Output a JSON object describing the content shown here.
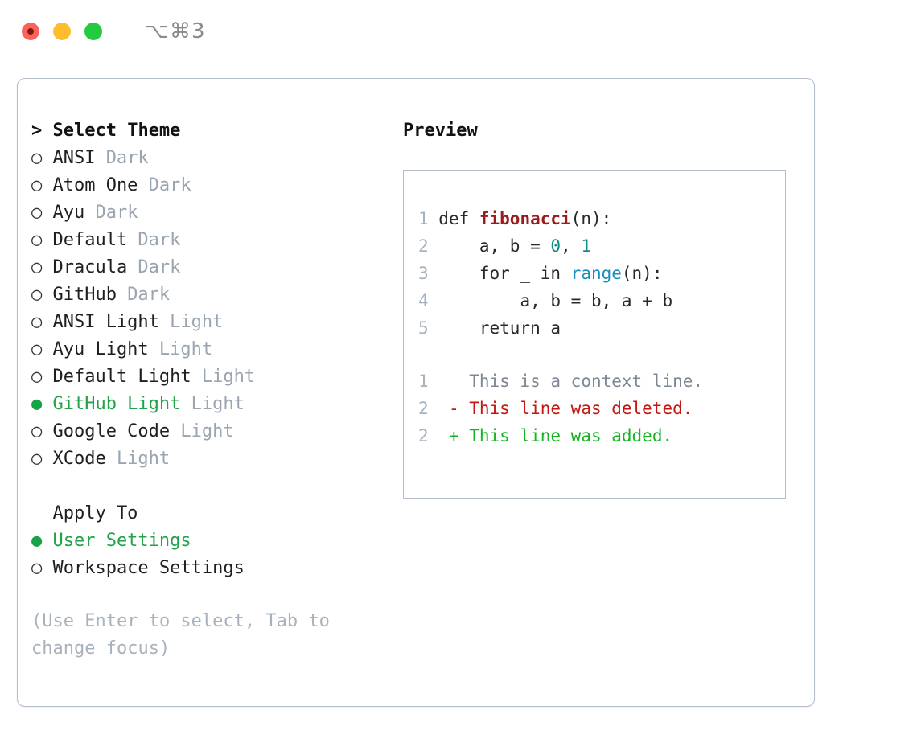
{
  "titlebar": {
    "shortcut": "⌥⌘3",
    "lights": [
      "close",
      "minimize",
      "zoom"
    ]
  },
  "theme_picker": {
    "header_marker": ">",
    "header": "Select Theme",
    "items": [
      {
        "marker": "○",
        "name": "ANSI",
        "tag": "Dark",
        "selected": false
      },
      {
        "marker": "○",
        "name": "Atom One",
        "tag": "Dark",
        "selected": false
      },
      {
        "marker": "○",
        "name": "Ayu",
        "tag": "Dark",
        "selected": false
      },
      {
        "marker": "○",
        "name": "Default",
        "tag": "Dark",
        "selected": false
      },
      {
        "marker": "○",
        "name": "Dracula",
        "tag": "Dark",
        "selected": false
      },
      {
        "marker": "○",
        "name": "GitHub",
        "tag": "Dark",
        "selected": false
      },
      {
        "marker": "○",
        "name": "ANSI Light",
        "tag": "Light",
        "selected": false
      },
      {
        "marker": "○",
        "name": "Ayu Light",
        "tag": "Light",
        "selected": false
      },
      {
        "marker": "○",
        "name": "Default Light",
        "tag": "Light",
        "selected": false
      },
      {
        "marker": "●",
        "name": "GitHub Light",
        "tag": "Light",
        "selected": true
      },
      {
        "marker": "○",
        "name": "Google Code",
        "tag": "Light",
        "selected": false
      },
      {
        "marker": "○",
        "name": "XCode",
        "tag": "Light",
        "selected": false
      }
    ]
  },
  "apply_to": {
    "header": "Apply To",
    "options": [
      {
        "marker": "●",
        "label": "User Settings",
        "selected": true
      },
      {
        "marker": "○",
        "label": "Workspace Settings",
        "selected": false
      }
    ]
  },
  "hint": "(Use Enter to select, Tab to change focus)",
  "preview": {
    "title": "Preview",
    "code_lines": [
      {
        "no": "1",
        "segments": [
          {
            "text": "def ",
            "kind": "plain"
          },
          {
            "text": "fibonacci",
            "kind": "fn"
          },
          {
            "text": "(n):",
            "kind": "plain"
          }
        ]
      },
      {
        "no": "2",
        "segments": [
          {
            "text": "    a, b = ",
            "kind": "plain"
          },
          {
            "text": "0",
            "kind": "num"
          },
          {
            "text": ", ",
            "kind": "plain"
          },
          {
            "text": "1",
            "kind": "num"
          }
        ]
      },
      {
        "no": "3",
        "segments": [
          {
            "text": "    for _ in ",
            "kind": "plain"
          },
          {
            "text": "range",
            "kind": "call"
          },
          {
            "text": "(n):",
            "kind": "plain"
          }
        ]
      },
      {
        "no": "4",
        "segments": [
          {
            "text": "        a, b = b, a + b",
            "kind": "plain"
          }
        ]
      },
      {
        "no": "5",
        "segments": [
          {
            "text": "    return a",
            "kind": "plain"
          }
        ]
      }
    ],
    "diff_lines": [
      {
        "no": "1",
        "sign": " ",
        "text": "This is a context line.",
        "kind": "ctx"
      },
      {
        "no": "2",
        "sign": "-",
        "text": "This line was deleted.",
        "kind": "del"
      },
      {
        "no": "2",
        "sign": "+",
        "text": "This line was added.",
        "kind": "add"
      }
    ]
  },
  "colors": {
    "selection_green": "#22a34a",
    "diff_add": "#14b422",
    "diff_del": "#c1170f",
    "muted": "#9aa5b1",
    "border": "#b3bdcc",
    "syntax_function": "#9c1b1b",
    "syntax_number": "#0f8a7e",
    "syntax_call": "#1a8fbf"
  }
}
